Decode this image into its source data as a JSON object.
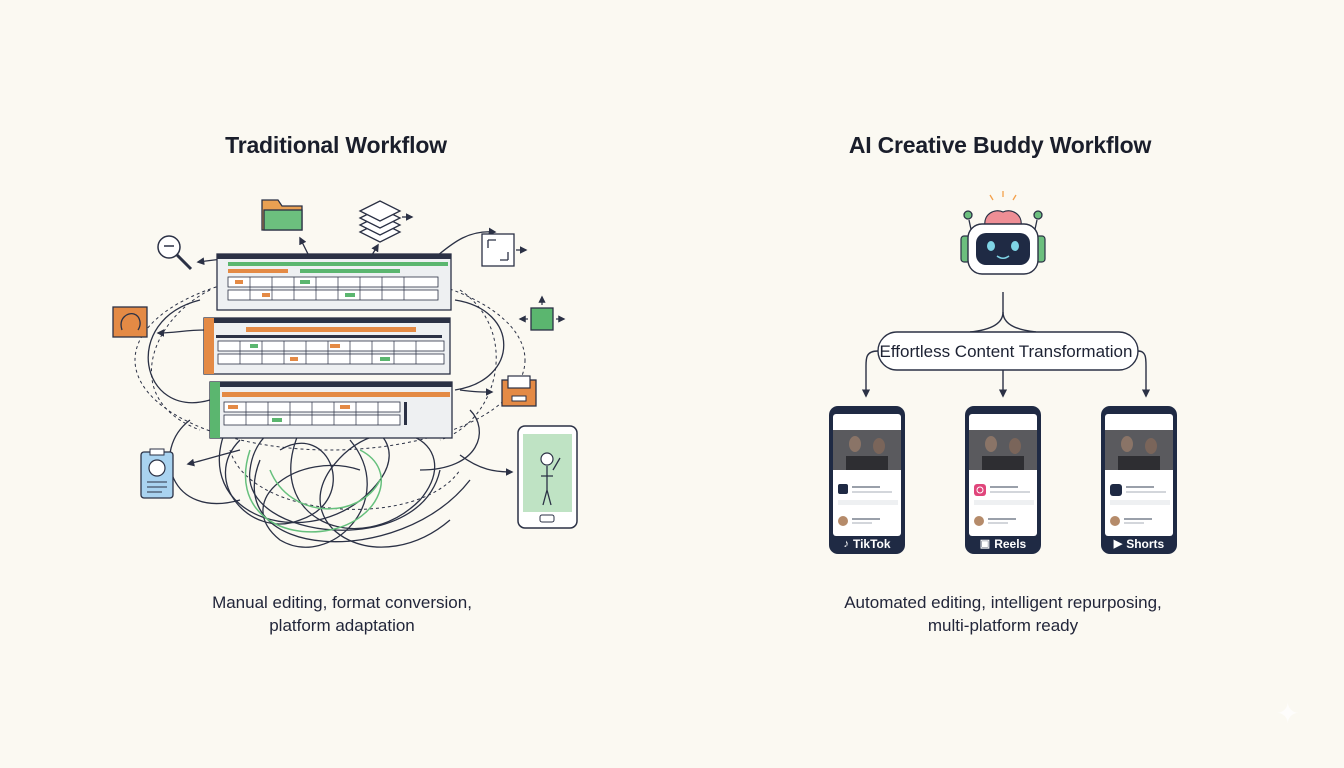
{
  "left": {
    "title": "Traditional Workflow",
    "caption_line1": "Manual editing, format conversion,",
    "caption_line2": "platform adaptation"
  },
  "right": {
    "title": "AI Creative Buddy Workflow",
    "hub_label": "Effortless Content Transformation",
    "caption_line1": "Automated editing, intelligent repurposing,",
    "caption_line2": "multi-platform ready",
    "phones": [
      {
        "label": "TikTok",
        "icon": "tiktok-icon"
      },
      {
        "label": "Reels",
        "icon": "instagram-reels-icon"
      },
      {
        "label": "Shorts",
        "icon": "youtube-shorts-icon"
      }
    ]
  },
  "colors": {
    "background": "#fbf9f2",
    "ink": "#1d2233",
    "green": "#5bb66f",
    "orange": "#e48a45",
    "blue": "#4f9fd6",
    "pink": "#e98a8f",
    "phone_frame": "#1f2a44"
  }
}
